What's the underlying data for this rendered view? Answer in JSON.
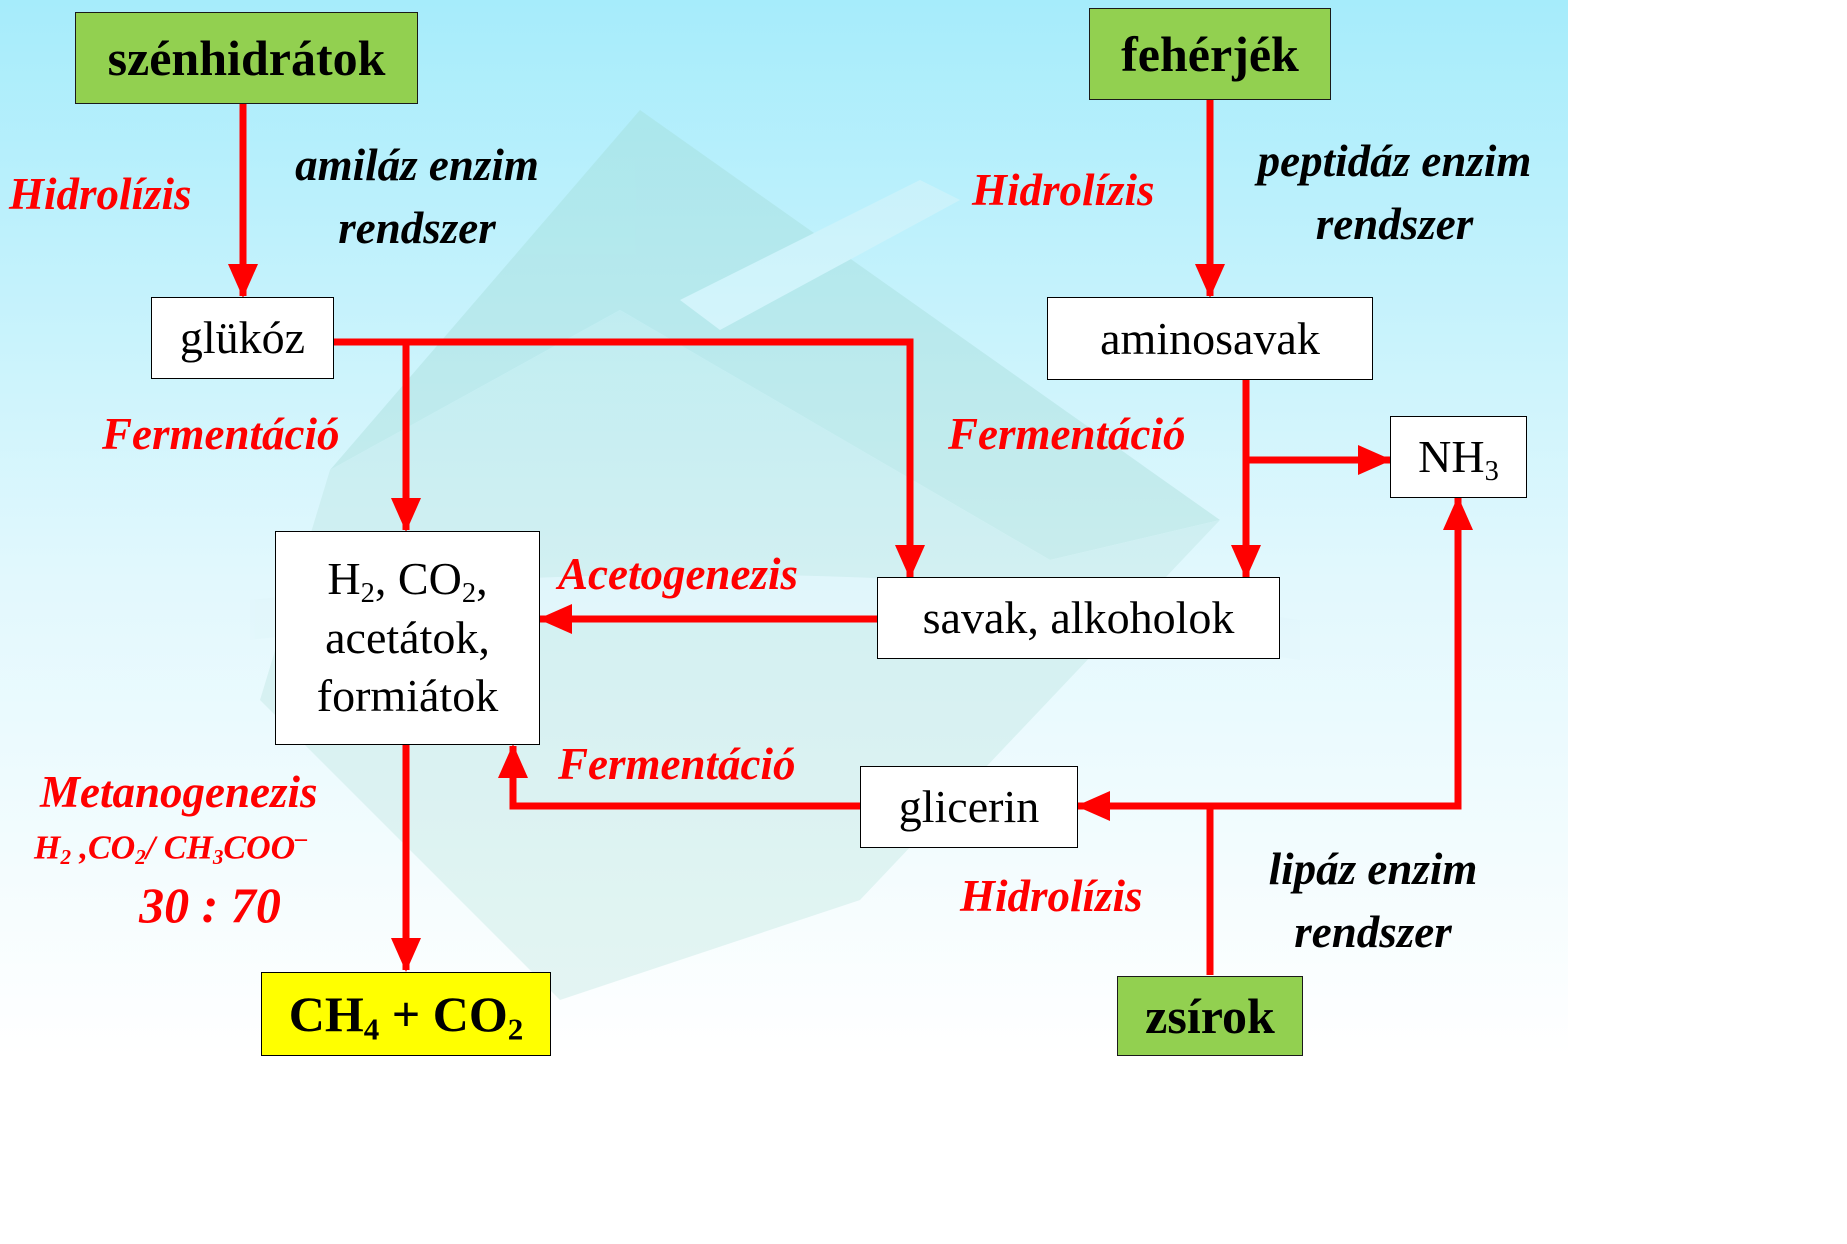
{
  "nodes": {
    "szenhidratok": "szénhidrátok",
    "feherjek": "fehérjék",
    "glukoz": "glükóz",
    "aminosavak": "aminosavak",
    "nh3": {
      "base": "NH",
      "sub": "3"
    },
    "intermediates": {
      "h": "H",
      "h_sub": "2",
      "co": ", CO",
      "co_sub": "2",
      "co_tail": ",",
      "line2": "acetátok,",
      "line3": "formiátok"
    },
    "savak_alkoholok": "savak, alkoholok",
    "glicerin": "glicerin",
    "zsirok": "zsírok",
    "final": {
      "ch": "CH",
      "ch_sub": "4",
      "mid": " + CO",
      "co_sub": "2"
    }
  },
  "labels": {
    "hidrolizis_left": "Hidrolízis",
    "hidrolizis_right": "Hidrolízis",
    "hidrolizis_bottom": "Hidrolízis",
    "amilaz_line1": "amiláz enzim",
    "amilaz_line2": "rendszer",
    "peptidaz_line1": "peptidáz enzim",
    "peptidaz_line2": "rendszer",
    "lipaz_line1": "lipáz enzim",
    "lipaz_line2": "rendszer",
    "fermentacio_left": "Fermentáció",
    "fermentacio_right": "Fermentáció",
    "fermentacio_bottom": "Fermentáció",
    "acetogenezis": "Acetogenezis",
    "metanogenezis": "Metanogenezis",
    "formula": {
      "h": "H",
      "h_sub": "2",
      "co": " ,CO",
      "co_sub": "2",
      "ch": "/ CH",
      "ch_sub": "3",
      "tail": "COO",
      "sup": "–"
    },
    "ratio": "30 : 70"
  },
  "colors": {
    "arrow": "#ff0000",
    "label_red": "#ff0000",
    "green_box": "#92d050",
    "yellow_box": "#ffff00",
    "background_top": "#a6ecfb",
    "background_bottom": "#ffffff"
  }
}
